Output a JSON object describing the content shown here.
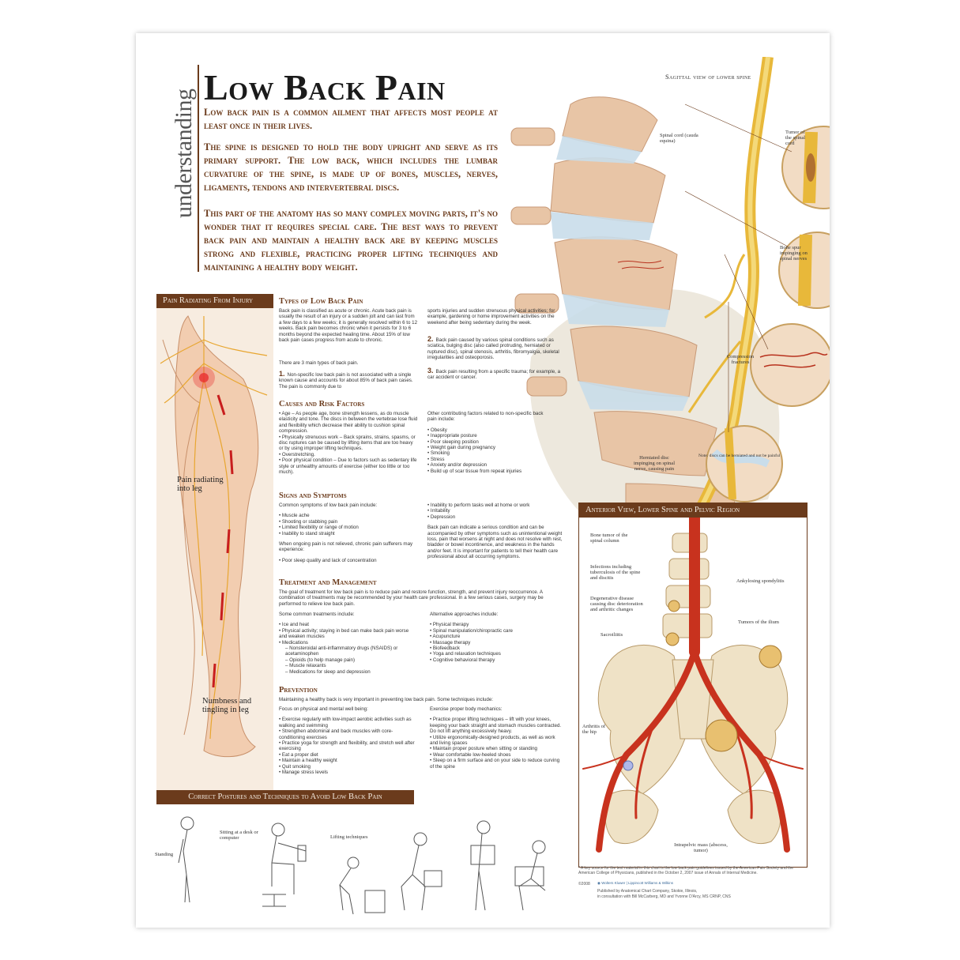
{
  "header": {
    "kicker": "understanding",
    "title": "Low Back Pain",
    "intro": [
      "Low back pain is a common ailment that affects most people at least once in their lives.",
      "The spine is designed to hold the body upright and serve as its primary support. The low back, which includes the lumbar curvature of the spine, is made up of bones, muscles, nerves, ligaments, tendons and intervertebral discs.",
      "This part of the anatomy has so many complex moving parts, it's no wonder that it requires special care. The best ways to prevent back pain and maintain a healthy back are by keeping muscles strong and flexible, practicing proper lifting techniques and maintaining a healthy body weight."
    ]
  },
  "sagittal": {
    "title": "Sagittal view of lower spine",
    "labels": {
      "spinal_cord": "Spinal cord (cauda equina)",
      "tumor": "Tumor of the spinal cord",
      "bone_spur": "Bone spur impinging on spinal nerves",
      "compression": "Compression fractures",
      "herniated": "Herniated disc impinging on spinal nerve, causing pain",
      "note": "Note: discs can be herniated and not be painful"
    }
  },
  "pain_panel": {
    "title": "Pain Radiating From Injury",
    "label_leg": "Pain radiating into leg",
    "label_numb": "Numbness and tingling in leg"
  },
  "types": {
    "heading": "Types of Low Back Pain",
    "para1": "Back pain is classified as acute or chronic. Acute back pain is usually the result of an injury or a sudden jolt and can last from a few days to a few weeks; it is generally resolved within 6 to 12 weeks. Back pain becomes chronic when it persists for 3 to 6 months beyond the expected healing time. About 15% of low back pain cases progress from acute to chronic.",
    "para2": "There are 3 main types of back pain.",
    "item1": "Non-specific low back pain is not associated with a single known cause and accounts for about 85% of back pain cases. The pain is commonly due to",
    "col2_cont": "sports injuries and sudden strenuous physical activities; for example, gardening or home improvement activities on the weekend after being sedentary during the week.",
    "item2": "Back pain caused by various spinal conditions such as sciatica, bulging disc (also called protruding, herniated or ruptured disc), spinal stenosis, arthritis, fibromyalgia, skeletal irregularities and osteoporosis.",
    "item3": "Back pain resulting from a specific trauma; for example, a car accident or cancer."
  },
  "causes": {
    "heading": "Causes and Risk Factors",
    "bullets": [
      "• Age – As people age, bone strength lessens, as do muscle elasticity and tone. The discs in between the vertebrae lose fluid and flexibility which decrease their ability to cushion spinal compression.",
      "• Physically strenuous work – Back sprains, strains, spasms, or disc ruptures can be caused by lifting items that are too heavy or by using improper lifting techniques.",
      "• Overstretching.",
      "• Poor physical condition – Due to factors such as sedentary life style or unhealthy amounts of exercise (either too little or too much)."
    ],
    "other_intro": "Other contributing factors related to non-specific back pain include:",
    "other": [
      "• Obesity",
      "• Inappropriate posture",
      "• Poor sleeping position",
      "• Weight gain during pregnancy",
      "• Smoking",
      "• Stress",
      "• Anxiety and/or depression",
      "• Build up of scar tissue from repeat injuries"
    ]
  },
  "signs": {
    "heading": "Signs and Symptoms",
    "intro": "Common symptoms of low back pain include:",
    "bullets": [
      "• Muscle ache",
      "• Shooting or stabbing pain",
      "• Limited flexibility or range of motion",
      "• Inability to stand straight"
    ],
    "chronic": "When ongoing pain is not relieved, chronic pain sufferers may experience:",
    "chronic_bullet": "• Poor sleep quality and lack of concentration",
    "col2": [
      "• Inability to perform tasks well at home or work",
      "• Irritability",
      "• Depression"
    ],
    "warning": "Back pain can indicate a serious condition and can be accompanied by other symptoms such as unintentional weight loss, pain that worsens at night and does not resolve with rest, bladder or bowel incontinence, and weakness in the hands and/or feet. It is important for patients to tell their health care professional about all occurring symptoms."
  },
  "treatment": {
    "heading": "Treatment and Management",
    "intro": "The goal of treatment for low back pain is to reduce pain and restore function, strength, and prevent injury reoccurrence. A combination of treatments may be recommended by your health care professional. In a few serious cases, surgery may be performed to relieve low back pain.",
    "common_intro": "Some common treatments include:",
    "common": [
      "• Ice and heat",
      "• Physical activity; staying in bed can make back pain worse and weaken muscles",
      "• Medications",
      "   – Nonsteroidal anti-inflammatory drugs (NSAIDS) or acetaminophen",
      "   – Opioids (to help manage pain)",
      "   – Muscle relaxants",
      "   – Medications for sleep and depression"
    ],
    "alt_intro": "Alternative approaches include:",
    "alt": [
      "• Physical therapy",
      "• Spinal manipulation/chiropractic care",
      "• Acupuncture",
      "• Massage therapy",
      "• Biofeedback",
      "• Yoga and relaxation techniques",
      "• Cognitive behavioral therapy"
    ]
  },
  "prevention": {
    "heading": "Prevention",
    "intro": "Maintaining a healthy back is very important in preventing low back pain. Some techniques include:",
    "focus_intro": "Focus on physical and mental well being:",
    "focus": [
      "• Exercise regularly with low-impact aerobic activities such as walking and swimming",
      "• Strengthen abdominal and back muscles with core-conditioning exercises",
      "• Practice yoga for strength and flexibility, and stretch well after exercising",
      "• Eat a proper diet",
      "• Maintain a healthy weight",
      "• Quit smoking",
      "• Manage stress levels"
    ],
    "mech_intro": "Exercise proper body mechanics:",
    "mech": [
      "• Practice proper lifting techniques – lift with your knees, keeping your back straight and stomach muscles contracted. Do not lift anything excessively heavy.",
      "• Utilize ergonomically-designed products, as well as work and living spaces",
      "• Maintain proper posture when sitting or standing",
      "• Wear comfortable low-heeled shoes",
      "• Sleep on a firm surface and on your side to reduce curving of the spine"
    ]
  },
  "anterior": {
    "title": "Anterior View, Lower Spine and Pelvic Region",
    "labels": {
      "bone_tumor": "Bone tumor of the spinal column",
      "infections": "Infections including tuberculosis of the spine and discitis",
      "ankylosing": "Ankylosing spondylitis",
      "degenerative": "Degenerative disease causing disc deterioration and arthritic changes",
      "tumors_ilium": "Tumors of the ilium",
      "sacroiliitis": "Sacroiliitis",
      "arthritis_hip": "Arthritis of the hip",
      "intrapelvic": "Intrapelvic mass (abscess, tumor)"
    }
  },
  "postures": {
    "title": "Correct Postures and Techniques to Avoid Low Back Pain",
    "standing": "Standing",
    "sitting": "Sitting at a desk or computer",
    "lifting": "Lifting techniques"
  },
  "footer": {
    "source": "* A key source for the text material in this chart is the low back pain guidelines issued by the American Pain Society and the American College of Physicians, published in the October 2, 2007 issue of Annals of Internal Medicine.",
    "copyright": "©2008",
    "publisher_logo": "Wolters Kluwer | Lippincott Williams & Wilkins",
    "published": "Published by Anatomical Chart Company, Skokie, Illinois,",
    "consult": "in consultation with Bill McCarberg, MD and Yvonne D'Arcy, MS CRNP, CNS"
  },
  "colors": {
    "brand_brown": "#6b3b1c",
    "bone": "#e8cdb0",
    "nerve": "#e8b83a",
    "artery": "#c8321e"
  }
}
